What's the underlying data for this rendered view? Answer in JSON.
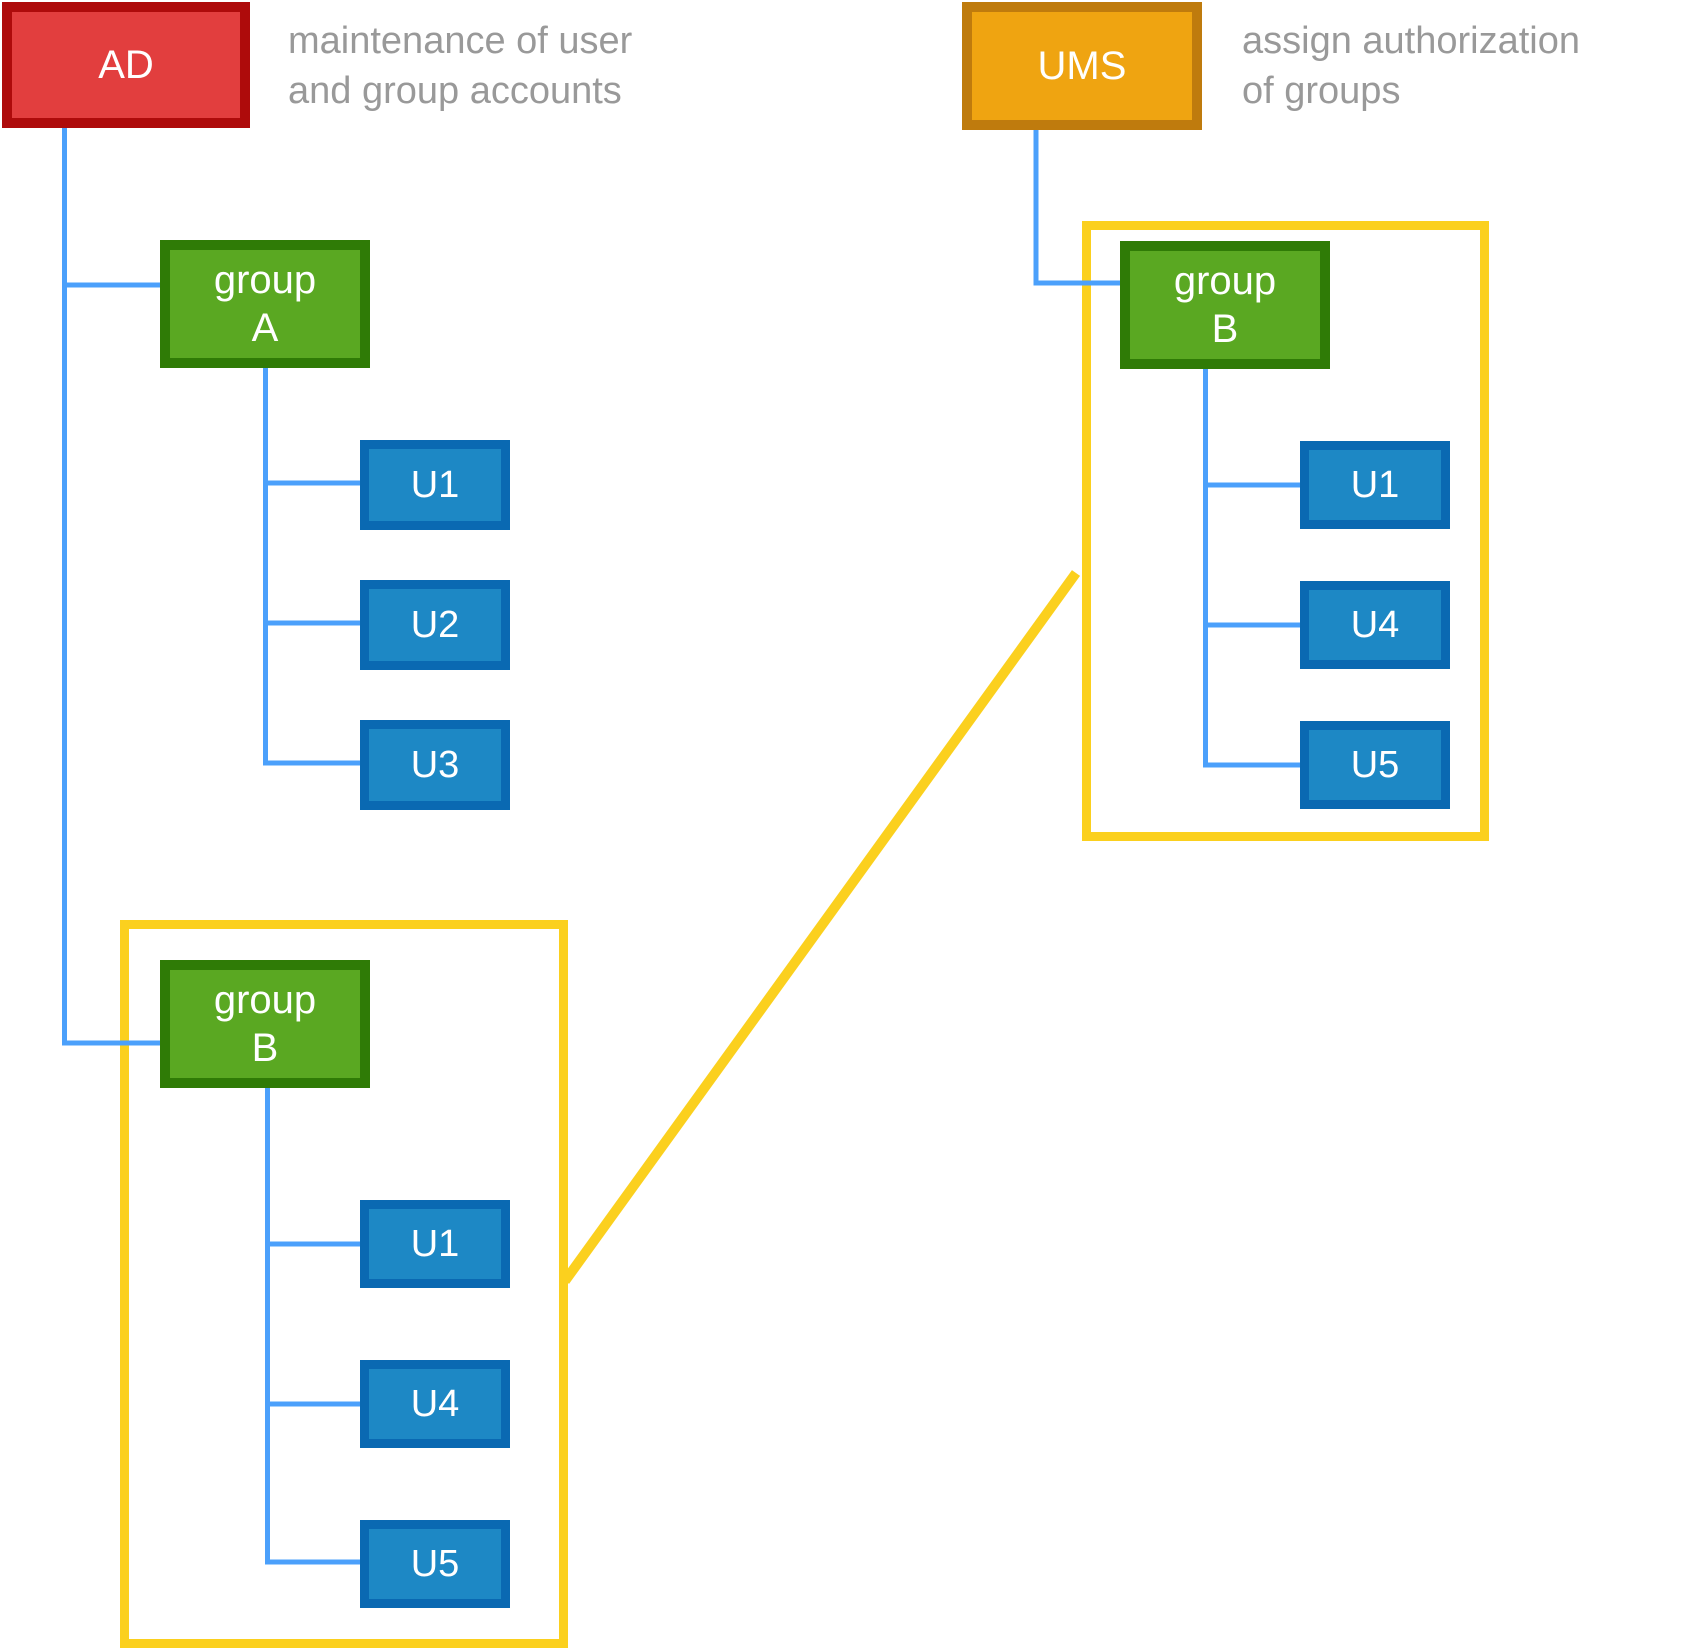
{
  "diagram": {
    "ad": {
      "label": "AD",
      "annotation": "maintenance of user\nand group accounts"
    },
    "ums": {
      "label": "UMS",
      "annotation": "assign authorization\nof groups"
    },
    "group_a": {
      "label": "group\nA",
      "users": [
        "U1",
        "U2",
        "U3"
      ]
    },
    "group_b_left": {
      "label": "group\nB",
      "users": [
        "U1",
        "U4",
        "U5"
      ]
    },
    "group_b_right": {
      "label": "group\nB",
      "users": [
        "U1",
        "U4",
        "U5"
      ]
    },
    "colors": {
      "ad_fill": "#e23e3e",
      "ad_border": "#ae0b0b",
      "ums_fill": "#efa411",
      "ums_border": "#bf7b0d",
      "group_fill": "#5aa822",
      "group_border": "#2f7b06",
      "user_fill": "#1d88c5",
      "user_border": "#0a69b2",
      "connector_blue": "#4ba0fb",
      "highlight_yellow": "#fbd01e",
      "annotation_gray": "#999999",
      "node_text": "#ffffff",
      "background": "#ffffff"
    }
  }
}
